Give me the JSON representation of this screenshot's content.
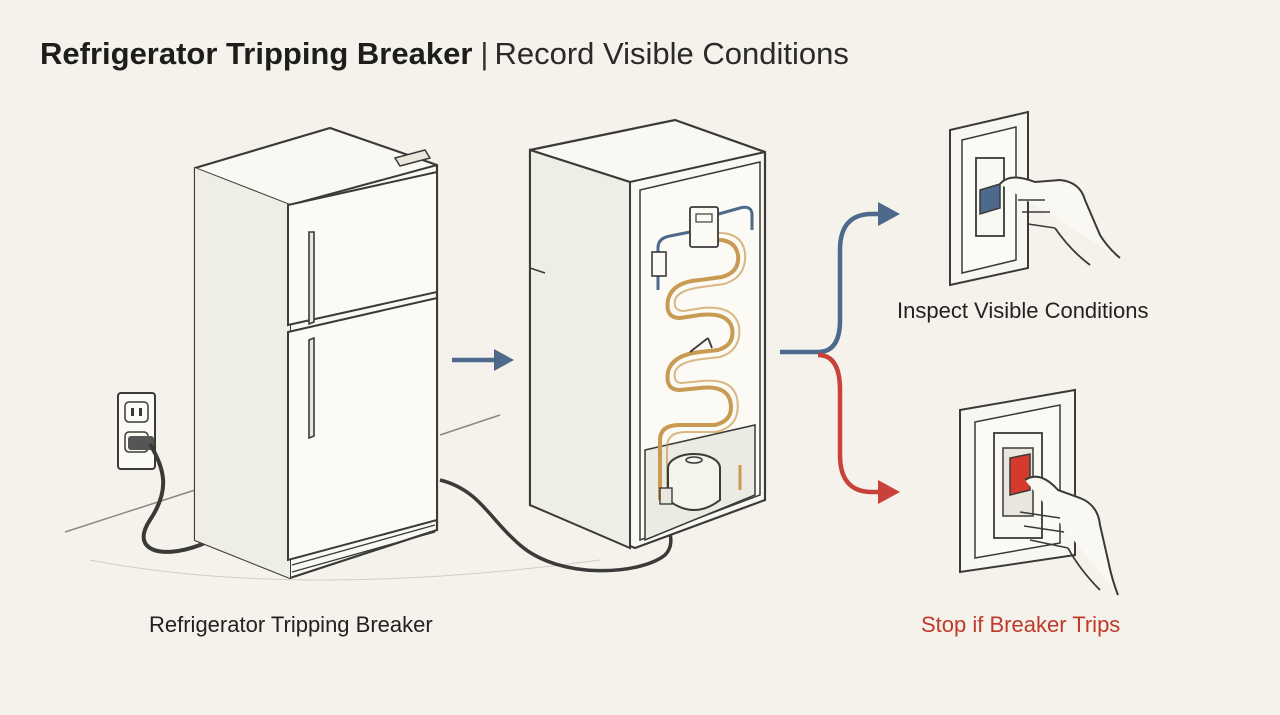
{
  "header": {
    "title_main": "Refrigerator Tripping Breaker",
    "separator": "|",
    "title_sub": "Record Visible Conditions"
  },
  "captions": {
    "left": "Refrigerator Tripping Breaker",
    "inspect": "Inspect Visible Conditions",
    "stop": "Stop if Breaker Trips"
  },
  "colors": {
    "background": "#f4f2ea",
    "line": "#3a3a38",
    "coil": "#c99a52",
    "blue_arrow": "#4d6a8c",
    "red_arrow": "#c8413a",
    "stop_text": "#c0392b",
    "breaker_red": "#d63a2f"
  },
  "icons": [
    "refrigerator-icon",
    "wall-outlet-icon",
    "refrigerator-back-icon",
    "compressor-icon",
    "arrow-right-icon",
    "breaker-switch-icon",
    "hand-icon"
  ]
}
